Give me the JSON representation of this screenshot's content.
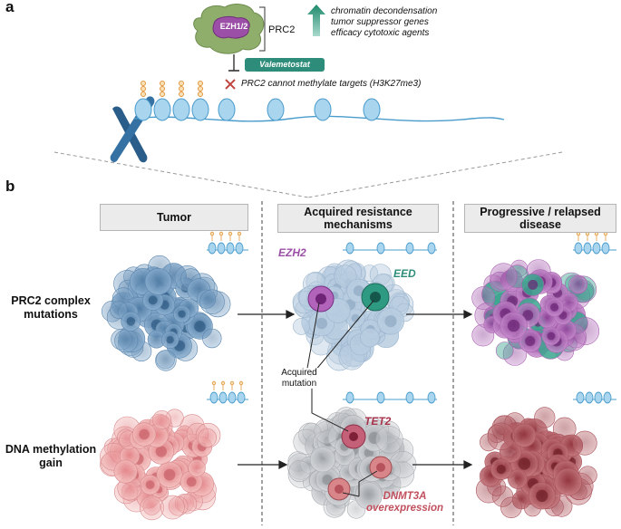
{
  "panel_a": {
    "letter": "a",
    "ezh_label": "EZH1/2",
    "complex_label": "PRC2",
    "drug_label": "Valemetostat",
    "effects": [
      "chromatin decondensation",
      "tumor suppressor genes",
      "efficacy cytotoxic agents"
    ],
    "inhibition_text": "PRC2 cannot methylate targets (H3K27me3)"
  },
  "panel_b": {
    "letter": "b",
    "headers": {
      "tumor": "Tumor",
      "resistance_line1": "Acquired resistance",
      "resistance_line2": "mechanisms",
      "relapse_line1": "Progressive / relapsed",
      "relapse_line2": "disease"
    },
    "rows": {
      "prc2_line1": "PRC2 complex",
      "prc2_line2": "mutations",
      "dna_line1": "DNA methylation",
      "dna_line2": "gain"
    },
    "genes": {
      "ezh2": "EZH2",
      "eed": "EED",
      "tet2": "TET2",
      "dnmt3a_line1": "DNMT3A",
      "dnmt3a_line2": "overexpression"
    },
    "acquired_line1": "Acquired",
    "acquired_line2": "mutation"
  },
  "colors": {
    "prc2_green": "#8fae6b",
    "ezh_purple": "#9b4fa6",
    "drug_teal": "#2e8c7a",
    "blue_cells": "#6c93b8",
    "red_cells": "#e39a9a",
    "dark_red_cells": "#a94850",
    "chromatin": "#8cc3e6",
    "mark_orange": "#f2a65a"
  }
}
